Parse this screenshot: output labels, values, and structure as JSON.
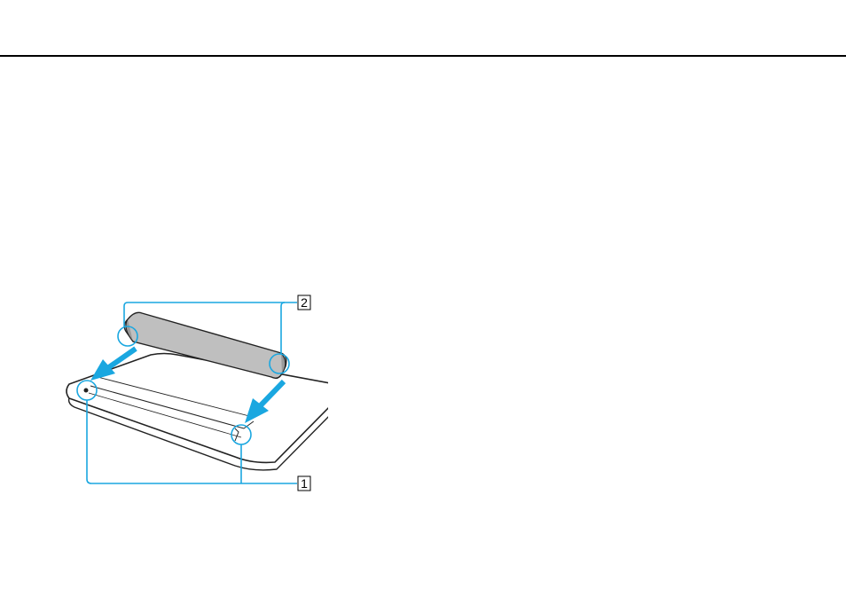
{
  "figure": {
    "description_callouts": [
      {
        "id": "callout-1",
        "label": "1"
      },
      {
        "id": "callout-2",
        "label": "2"
      }
    ],
    "colors": {
      "arrow": "#1aa7e0",
      "callout_line": "#1aa7e0",
      "battery_fill": "#bfbfbf",
      "outline": "#222222"
    }
  }
}
